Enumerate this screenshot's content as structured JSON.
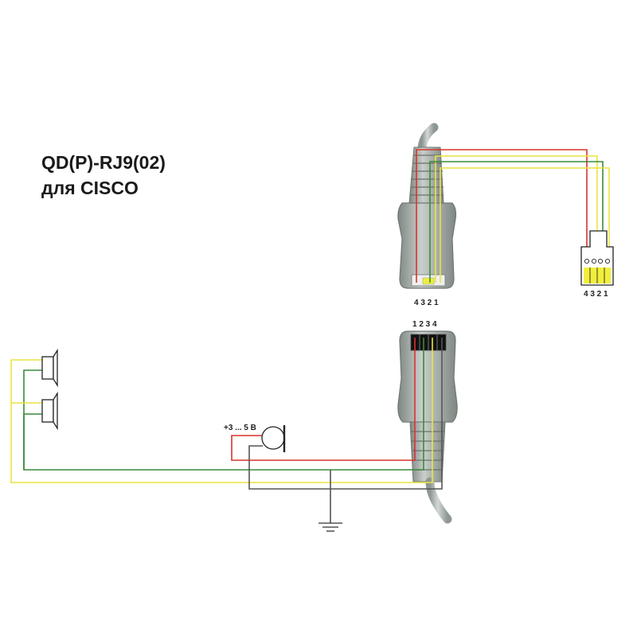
{
  "title": {
    "line1": "QD(P)-RJ9(02)",
    "line2": "для CISCO"
  },
  "labels": {
    "upper_qd_pins": "4 3 2 1",
    "rj9_pins": "4 3 2 1",
    "lower_qd_pins": "1 2 3 4",
    "mic_voltage": "+3 ... 5 В"
  },
  "colors": {
    "red": "#d9342b",
    "green": "#3a8a3a",
    "yellow": "#e9e441",
    "dark": "#555555",
    "cable_body": "#b8bfbb",
    "plug_contact": "#f1ef3c"
  },
  "components": {
    "speakers": [
      "speaker-icon",
      "speaker-icon"
    ],
    "microphone": "microphone-icon",
    "ground": "ground-icon",
    "rj9_plug": "rj9-plug-icon",
    "qd_connector_upper": "qd-connector-icon",
    "qd_connector_lower": "qd-connector-icon"
  }
}
